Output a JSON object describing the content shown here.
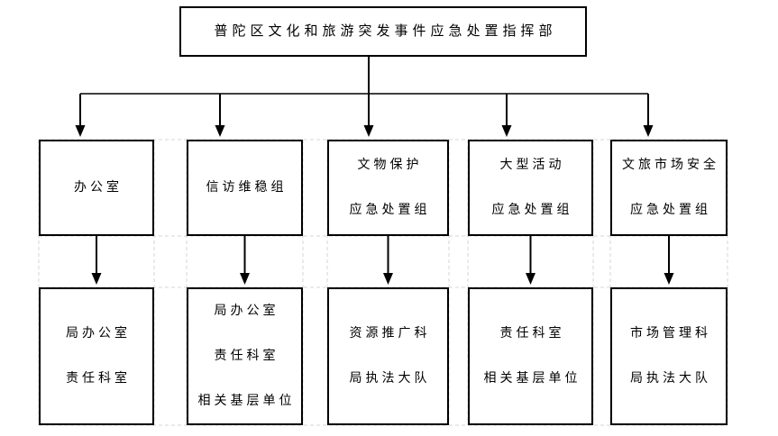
{
  "diagram": {
    "root": {
      "label": "普陀区文化和旅游突发事件应急处置指挥部"
    },
    "columns": [
      {
        "group": {
          "lines": [
            "办公室"
          ]
        },
        "sub": {
          "lines": [
            "局办公室",
            "责任科室"
          ]
        }
      },
      {
        "group": {
          "lines": [
            "信访维稳组"
          ]
        },
        "sub": {
          "lines": [
            "局办公室",
            "责任科室",
            "相关基层单位"
          ]
        }
      },
      {
        "group": {
          "lines": [
            "文物保护",
            "应急处置组"
          ]
        },
        "sub": {
          "lines": [
            "资源推广科",
            "局执法大队"
          ]
        }
      },
      {
        "group": {
          "lines": [
            "大型活动",
            "应急处置组"
          ]
        },
        "sub": {
          "lines": [
            "责任科室",
            "相关基层单位"
          ]
        }
      },
      {
        "group": {
          "lines": [
            "文旅市场安全",
            "应急处置组"
          ]
        },
        "sub": {
          "lines": [
            "市场管理科",
            "局执法大队"
          ]
        }
      }
    ],
    "colors": {
      "line": "#000000",
      "grid": "#d6d6d6",
      "background": "#ffffff",
      "text": "#000000"
    }
  }
}
